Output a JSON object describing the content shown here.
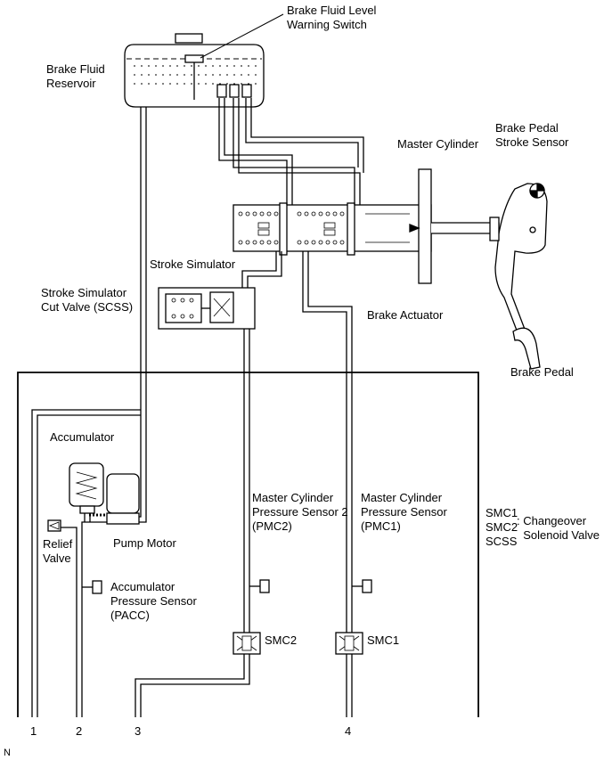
{
  "labels": {
    "brake_fluid_level_warning_switch": "Brake Fluid Level\nWarning Switch",
    "brake_fluid_reservoir": "Brake Fluid\nReservoir",
    "master_cylinder": "Master Cylinder",
    "brake_pedal_stroke_sensor": "Brake Pedal\nStroke Sensor",
    "stroke_simulator": "Stroke Simulator",
    "stroke_simulator_cut_valve": "Stroke Simulator\nCut Valve (SCSS)",
    "brake_actuator": "Brake Actuator",
    "brake_pedal": "Brake Pedal",
    "accumulator": "Accumulator",
    "master_cylinder_pressure_sensor_2": "Master Cylinder\nPressure Sensor 2\n(PMC2)",
    "master_cylinder_pressure_sensor": "Master Cylinder\nPressure Sensor\n(PMC1)",
    "relief_valve": "Relief\nValve",
    "pump_motor": "Pump Motor",
    "accumulator_pressure_sensor": "Accumulator\nPressure Sensor\n(PACC)",
    "smc2": "SMC2",
    "smc1": "SMC1",
    "legend_codes": "SMC1\nSMC2\nSCSS",
    "legend_desc": ": Changeover\n  Solenoid Valve",
    "port_1": "1",
    "port_2": "2",
    "port_3": "3",
    "port_4": "4",
    "corner_mark": "N"
  }
}
